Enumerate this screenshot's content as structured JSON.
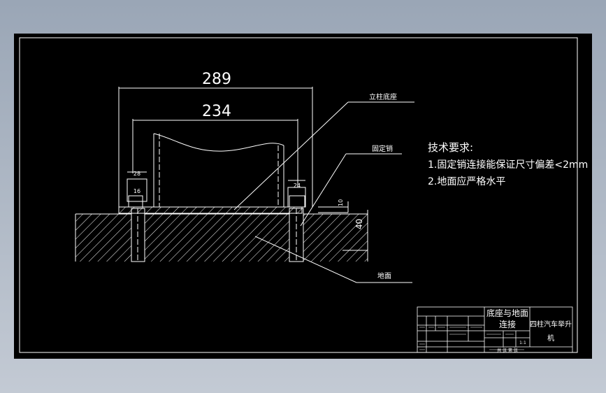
{
  "dimensions": {
    "overall_width": "289",
    "inner_width": "234",
    "left_pin_width": "28",
    "left_pin_small": "16",
    "right_pin_width": "24",
    "plate_thickness": "10",
    "embed_depth": "40"
  },
  "labels": {
    "column_base": "立柱底座",
    "fixing_pin": "固定销",
    "ground": "地面"
  },
  "requirements": {
    "title": "技术要求:",
    "item1": "1.固定销连接能保证尺寸偏差<2mm",
    "item2": "2.地面应严格水平"
  },
  "title_block": {
    "drawing_name_1": "底座与地面",
    "drawing_name_2": "连接",
    "product_name_1": "四柱汽车举升",
    "product_name_2": "机",
    "sheet": "共 张 第 张",
    "scale": "1:1"
  },
  "colors": {
    "background": "#000000",
    "lines": "#ffffff",
    "frame_gradient_top": "#9aa6b6"
  }
}
